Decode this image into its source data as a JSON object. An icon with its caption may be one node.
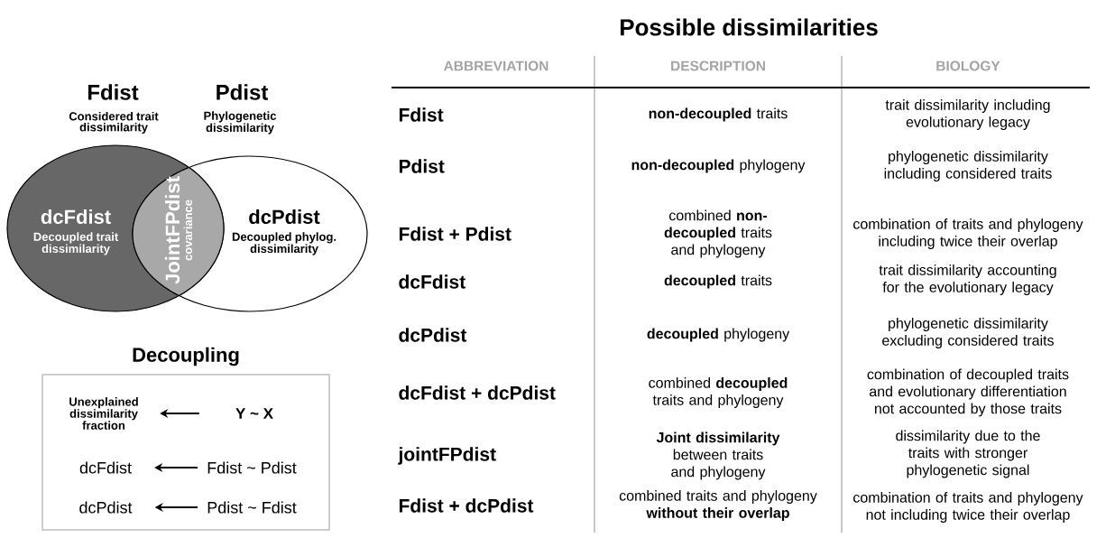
{
  "diagram": {
    "title": "Possible dissimilarities",
    "nodes": [
      {
        "text": [
          "dcFdist",
          "Decoupled trait dissimilarity"
        ],
        "beside": [
          "Fdist",
          "Considered trait dissimilarity"
        ]
      },
      {
        "text": [
          "dcPdist",
          "Decoupled phylog. dissimilarity"
        ],
        "beside": [
          "Pdist",
          "Phylogenetic dissimilarity"
        ]
      },
      {
        "text": [
          "JointFPdist",
          "covariance"
        ]
      },
      {
        "text": [
          "Decoupling"
        ]
      },
      {
        "text": [
          "Unexplained dissimilarity fraction"
        ],
        "in": 3
      },
      {
        "text": [
          "Y ~ X"
        ],
        "in": 3
      },
      {
        "text": [
          "dcFdist"
        ],
        "in": 3
      },
      {
        "text": [
          "Fdist ~ Pdist"
        ],
        "in": 3
      },
      {
        "text": [
          "dcPdist"
        ],
        "in": 3
      },
      {
        "text": [
          "Pdist ~ Fdist"
        ],
        "in": 3
      }
    ],
    "edges": [
      {
        "from": 5,
        "to": 4,
        "arrow": "to"
      },
      {
        "from": 7,
        "to": 6,
        "arrow": "to"
      },
      {
        "from": 9,
        "to": 8,
        "arrow": "to"
      }
    ],
    "labels": [
      "ABBREVIATION",
      "DESCRIPTION",
      "BIOLOGY",
      "Fdist",
      "**non-decoupled** traits",
      "trait dissimilarity including evolutionary legacy",
      "Pdist",
      "**non-decoupled** phylogeny",
      "phylogenetic dissimilarity including considered traits",
      "Fdist + Pdist",
      "combined **non-decoupled** traits and phylogeny",
      "combination of traits and phylogeny including twice their overlap",
      "dcFdist",
      "**decoupled** traits",
      "trait dissimilarity accounting for the evolutionary legacy",
      "dcPdist",
      "**decoupled** phylogeny",
      "phylogenetic dissimilarity excluding considered traits",
      "dcFdist + dcPdist",
      "combined **decoupled** traits and phylogeny",
      "combination of decoupled traits and evolutionary differentiation not accounted by those traits",
      "jointFPdist",
      "**Joint dissimilarity** between traits and phylogeny",
      "dissimilarity due to the traits with stronger phylogenetic signal",
      "Fdist + dcPdist",
      "combined traits and phylogeny **without their overlap**",
      "combination of traits and phylogeny not including twice their overlap"
    ]
  }
}
